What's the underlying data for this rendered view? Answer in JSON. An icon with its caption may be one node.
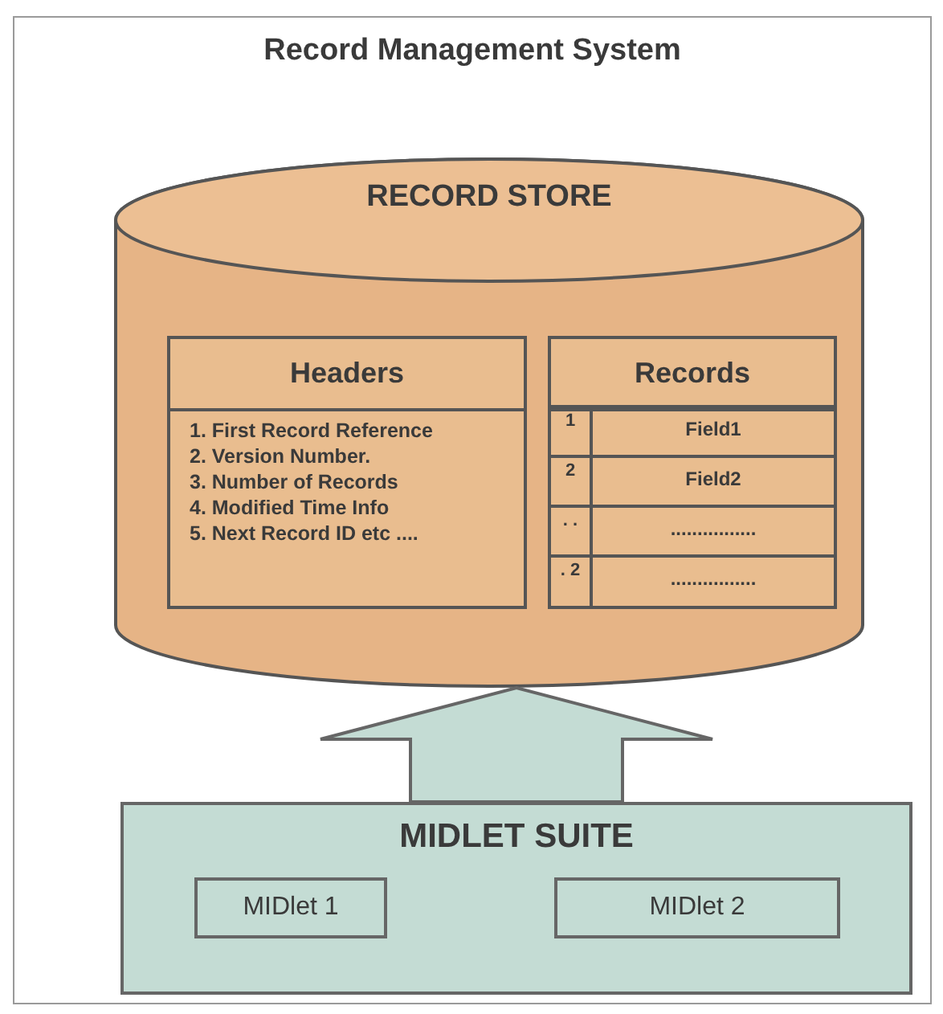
{
  "diagram": {
    "nodes": [
      {
        "text": [
          "Record Management System"
        ]
      },
      {
        "text": [
          "RECORD STORE"
        ],
        "in": 0
      },
      {
        "text": [
          "Headers",
          "1. First Record Reference",
          "2. Version Number.",
          "3. Number of Records",
          "4. Modified Time Info",
          "5. Next Record ID etc ...."
        ],
        "in": 1
      },
      {
        "text": [
          "Records"
        ],
        "in": 1
      },
      {
        "text": [
          "1",
          "Field1"
        ],
        "in": 3
      },
      {
        "text": [
          "2",
          "Field2"
        ],
        "in": 3
      },
      {
        "text": [
          ". .",
          "................"
        ],
        "in": 3
      },
      {
        "text": [
          ". 2",
          "................"
        ],
        "in": 3
      },
      {
        "text": [
          "MIDLET SUITE"
        ],
        "in": 0
      },
      {
        "text": [
          "MIDlet 1"
        ],
        "in": 8
      },
      {
        "text": [
          "MIDlet 2"
        ],
        "in": 8
      }
    ],
    "edges": [
      {
        "from": 8,
        "to": 1,
        "arrow": "to"
      }
    ]
  }
}
